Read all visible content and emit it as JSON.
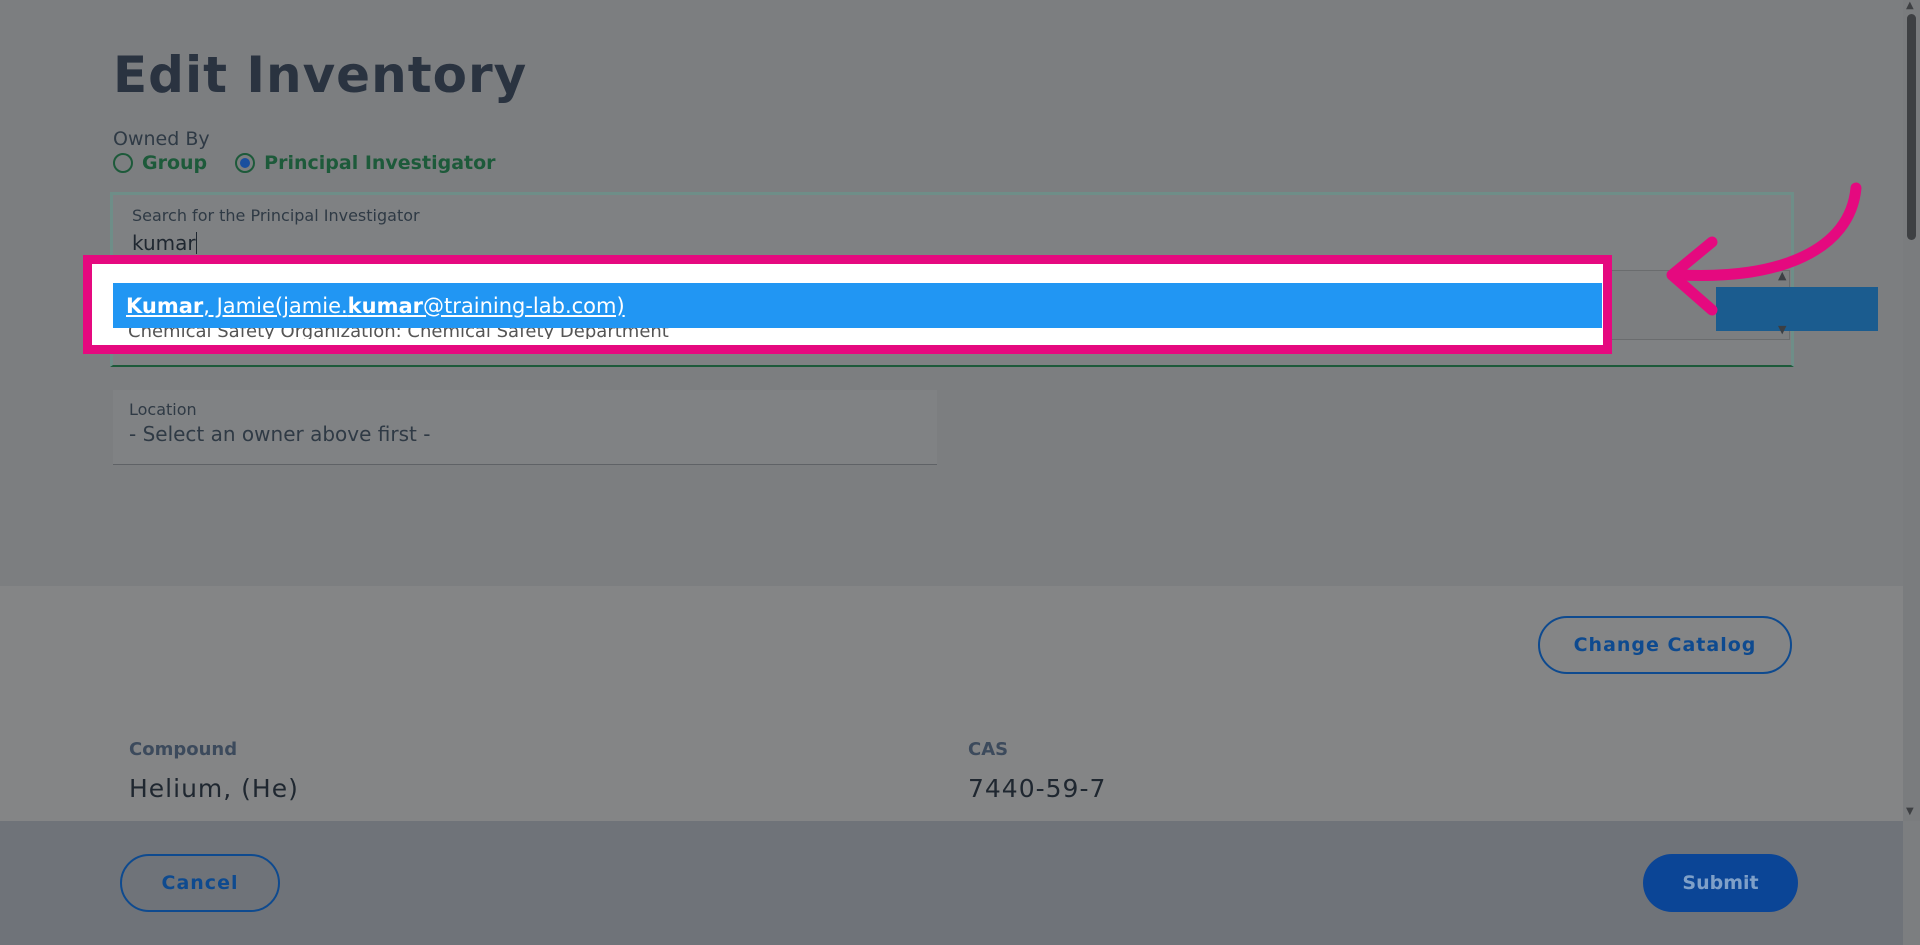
{
  "header": {
    "title": "Edit Inventory"
  },
  "owned_by": {
    "label": "Owned By",
    "options": [
      {
        "label": "Group",
        "checked": false
      },
      {
        "label": "Principal Investigator",
        "checked": true
      }
    ]
  },
  "search": {
    "label": "Search for the Principal Investigator",
    "value": "kumar"
  },
  "suggestion": {
    "bold_last": "Kumar",
    "name_rest": ", Jamie(jamie.",
    "bold_mid": "kumar",
    "email_rest": "@training-lab.com)"
  },
  "dropdown_under_text": "Chemical Safety Organization: Chemical Safety Department",
  "location": {
    "label": "Location",
    "value": "- Select an owner above first -"
  },
  "change_catalog_label": "Change Catalog",
  "fields": {
    "compound_label": "Compound",
    "compound_value": "Helium, (He)",
    "cas_label": "CAS",
    "cas_value": "7440-59-7"
  },
  "footer": {
    "cancel_label": "Cancel",
    "submit_label": "Submit"
  },
  "colors": {
    "highlight": "#e5097f",
    "suggestion_bg": "#2196f3",
    "primary": "#0e4a8f"
  }
}
